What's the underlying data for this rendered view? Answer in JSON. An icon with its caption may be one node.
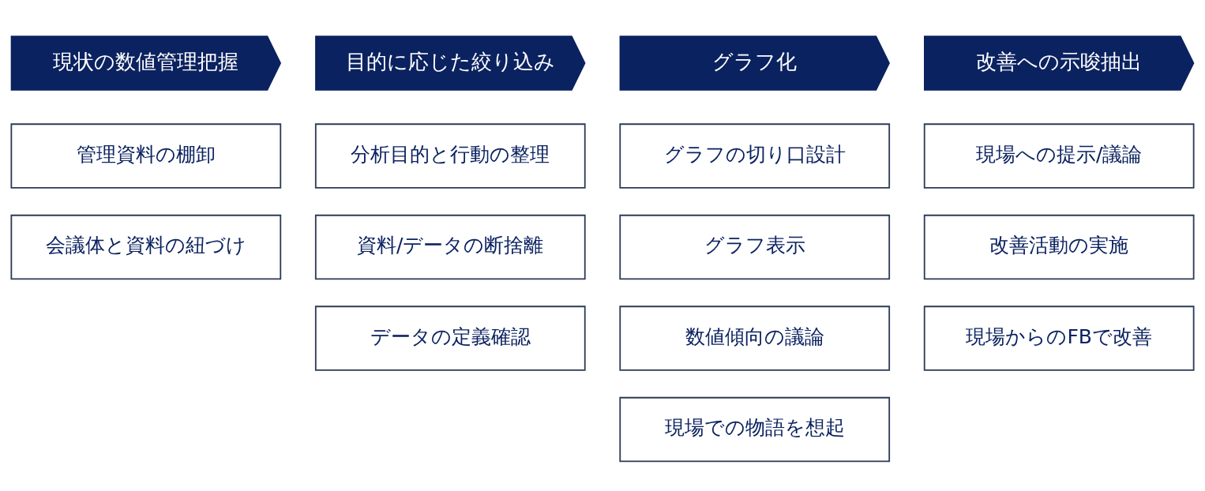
{
  "diagram": {
    "nodes": [
      {
        "text": [
          "現状の数値管理把握"
        ]
      },
      {
        "text": [
          "目的に応じた絞り込み"
        ]
      },
      {
        "text": [
          "グラフ化"
        ]
      },
      {
        "text": [
          "改善への示唆抽出"
        ]
      },
      {
        "text": [
          "管理資料の棚卸"
        ]
      },
      {
        "text": [
          "分析目的と行動の整理"
        ]
      },
      {
        "text": [
          "グラフの切り口設計"
        ]
      },
      {
        "text": [
          "現場への提示/議論"
        ]
      },
      {
        "text": [
          "会議体と資料の紐づけ"
        ]
      },
      {
        "text": [
          "資料/データの断捨離"
        ]
      },
      {
        "text": [
          "グラフ表示"
        ]
      },
      {
        "text": [
          "改善活動の実施"
        ]
      },
      {
        "text": [
          "データの定義確認"
        ]
      },
      {
        "text": [
          "数値傾向の議論"
        ]
      },
      {
        "text": [
          "現場からのFBで改善"
        ]
      },
      {
        "text": [
          "現場での物語を想起"
        ]
      }
    ],
    "edges": []
  }
}
